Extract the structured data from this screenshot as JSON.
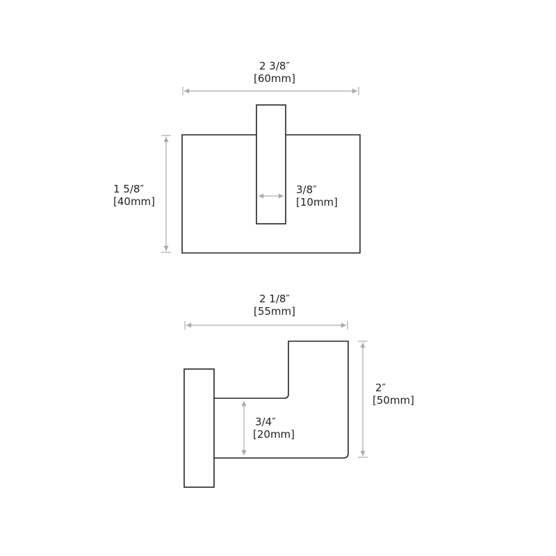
{
  "front_view": {
    "width": {
      "imperial": "2 3/8″",
      "metric": "[60mm]"
    },
    "height": {
      "imperial": "1 5/8″",
      "metric": "[40mm]"
    },
    "stem_width": {
      "imperial": "3/8″",
      "metric": "[10mm]"
    }
  },
  "side_view": {
    "depth": {
      "imperial": "2 1/8″",
      "metric": "[55mm]"
    },
    "height": {
      "imperial": "2″",
      "metric": "[50mm]"
    },
    "arm_thickness": {
      "imperial": "3/4″",
      "metric": "[20mm]"
    }
  },
  "colors": {
    "outline": "#222222",
    "dimension": "#aaaaaa"
  }
}
